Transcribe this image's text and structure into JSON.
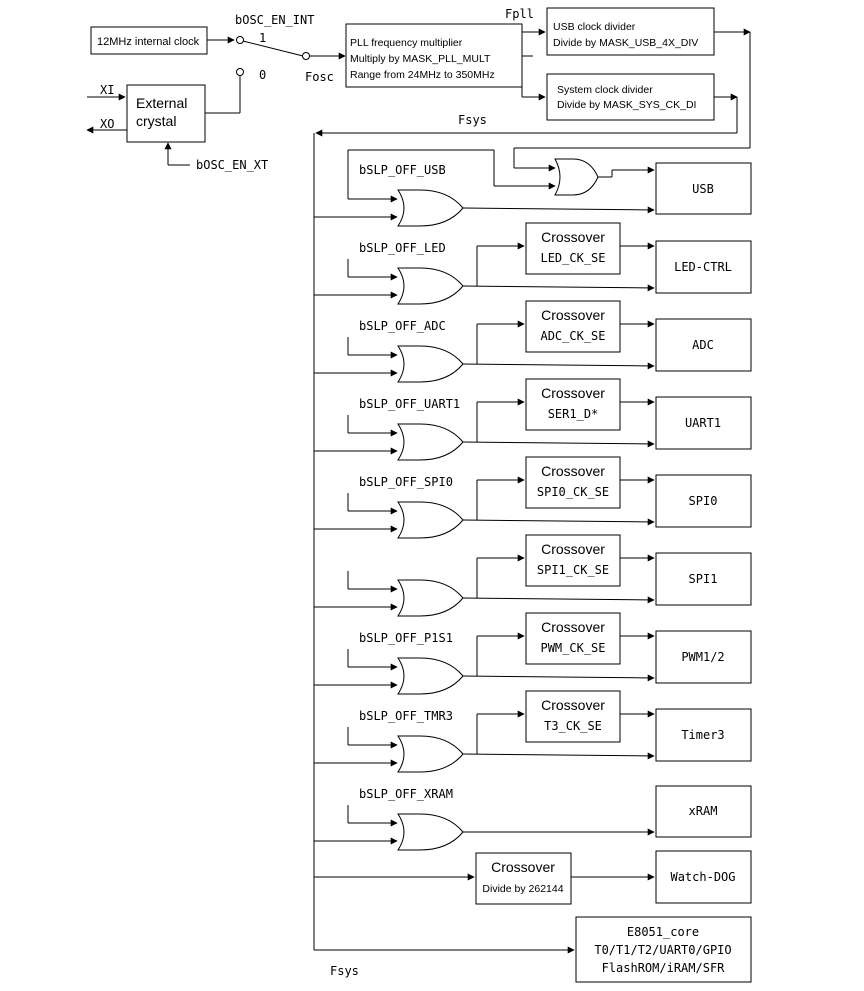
{
  "clock_source": {
    "internal_clock": "12MHz internal clock",
    "osc_en_int": "bOSC_EN_INT",
    "switch_pos_1": "1",
    "switch_pos_0": "0",
    "fosc": "Fosc",
    "xi": "XI",
    "xo": "XO",
    "external_crystal_line1": "External",
    "external_crystal_line2": "crystal",
    "osc_en_xt": "bOSC_EN_XT"
  },
  "pll": {
    "line1": "PLL frequency multiplier",
    "line2": "Multiply by MASK_PLL_MULT",
    "line3": "Range from 24MHz to 350MHz",
    "fpll": "Fpll"
  },
  "dividers": {
    "usb_line1": "USB clock divider",
    "usb_line2": "Divide by MASK_USB_4X_DIV",
    "sys_line1": "System clock divider",
    "sys_line2": "Divide by MASK_SYS_CK_DI"
  },
  "fsys_top": "Fsys",
  "fsys_bottom": "Fsys",
  "peripherals": [
    {
      "signal": "bSLP_OFF_USB",
      "xover": "",
      "div": "",
      "name": "USB"
    },
    {
      "signal": "bSLP_OFF_LED",
      "xover": "Crossover",
      "div": "LED_CK_SE",
      "name": "LED-CTRL"
    },
    {
      "signal": "bSLP_OFF_ADC",
      "xover": "Crossover",
      "div": "ADC_CK_SE",
      "name": "ADC"
    },
    {
      "signal": "bSLP_OFF_UART1",
      "xover": "Crossover",
      "div": "SER1_D*",
      "name": "UART1"
    },
    {
      "signal": "bSLP_OFF_SPI0",
      "xover": "Crossover",
      "div": "SPI0_CK_SE",
      "name": "SPI0"
    },
    {
      "signal": "",
      "xover": "Crossover",
      "div": "SPI1_CK_SE",
      "name": "SPI1"
    },
    {
      "signal": "bSLP_OFF_P1S1",
      "xover": "Crossover",
      "div": "PWM_CK_SE",
      "name": "PWM1/2"
    },
    {
      "signal": "bSLP_OFF_TMR3",
      "xover": "Crossover",
      "div": "T3_CK_SE",
      "name": "Timer3"
    },
    {
      "signal": "bSLP_OFF_XRAM",
      "xover": "",
      "div": "",
      "name": "xRAM"
    }
  ],
  "watchdog": {
    "xover": "Crossover",
    "div": "Divide by 262144",
    "name": "Watch-DOG"
  },
  "core": {
    "line1": "E8051_core",
    "line2": "T0/T1/T2/UART0/GPIO",
    "line3": "FlashROM/iRAM/SFR"
  }
}
